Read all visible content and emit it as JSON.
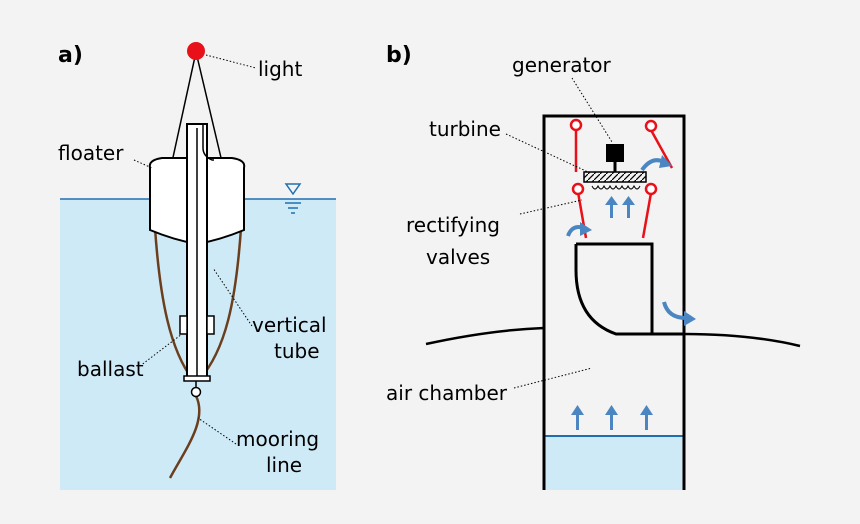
{
  "panels": {
    "a": "a)",
    "b": "b)"
  },
  "labels_a": {
    "light": "light",
    "floater": "floater",
    "vertical": "vertical",
    "tube": "tube",
    "ballast": "ballast",
    "mooring": "mooring",
    "line": "line"
  },
  "labels_b": {
    "generator": "generator",
    "turbine": "turbine",
    "rectifying": "rectifying",
    "valves": "valves",
    "air_chamber": "air chamber"
  },
  "colors": {
    "background": "#f3f3f3",
    "water": "#cfeaf7",
    "water_line": "#1f6fb0",
    "light": "#e8111a",
    "valve": "#e8111a",
    "mooring": "#6b3f1e",
    "arrow": "#4b86c2"
  }
}
